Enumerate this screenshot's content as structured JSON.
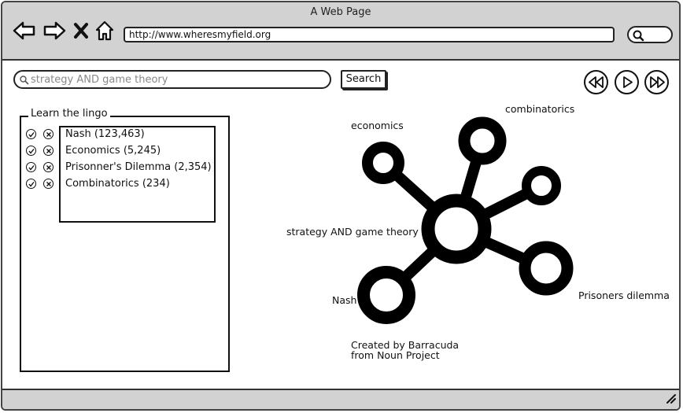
{
  "window": {
    "title": "A Web Page"
  },
  "browser": {
    "url": "http://www.wheresmyfield.org",
    "icons": [
      "back-arrow-icon",
      "forward-arrow-icon",
      "close-x-icon",
      "home-icon",
      "search-icon"
    ]
  },
  "search": {
    "query": "strategy AND game theory",
    "button_label": "Search"
  },
  "media_controls": [
    "rewind-icon",
    "play-icon",
    "fast-forward-icon"
  ],
  "lingo": {
    "title": "Learn the lingo",
    "terms": [
      {
        "label": "Nash (123,463)"
      },
      {
        "label": "Economics (5,245)"
      },
      {
        "label": "Prisonner's Dilemma (2,354)"
      },
      {
        "label": "Combinatorics (234)"
      }
    ]
  },
  "graph": {
    "center": "strategy AND game theory",
    "economics": "economics",
    "combinatorics": "combinatorics",
    "nash": "Nash",
    "prisoners": "Prisoners dilemma",
    "credit_line1": "Created by Barracuda",
    "credit_line2": "from Noun Project"
  }
}
